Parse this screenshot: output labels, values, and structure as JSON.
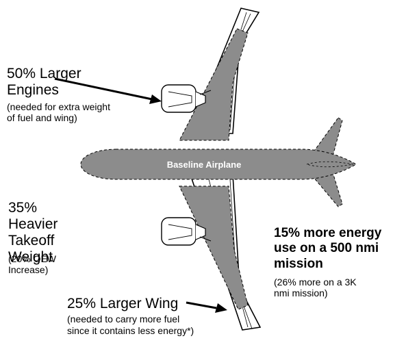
{
  "engines": {
    "title_1": "50% Larger",
    "title_2": "Engines",
    "note_1": "(needed for extra weight",
    "note_2": "of fuel and wing)"
  },
  "takeoff": {
    "title_1": "35% Heavier",
    "title_2": "Takeoff",
    "title_3": "Weight",
    "note_1": "(20% OEW",
    "note_2": "Increase)"
  },
  "energy": {
    "title_1": "15% more energy",
    "title_2": "use on a 500 nmi",
    "title_3": "mission",
    "note_1": "(26% more on a 3K",
    "note_2": "nmi mission)"
  },
  "wing": {
    "title": "25% Larger Wing",
    "note_1": "(needed to carry more fuel",
    "note_2": "since it contains less energy*)"
  },
  "fuselage_label": "Baseline Airplane",
  "colors": {
    "baseline_fill": "#8c8c8c",
    "outline": "#000000",
    "fuselage_text": "#ffffff"
  }
}
